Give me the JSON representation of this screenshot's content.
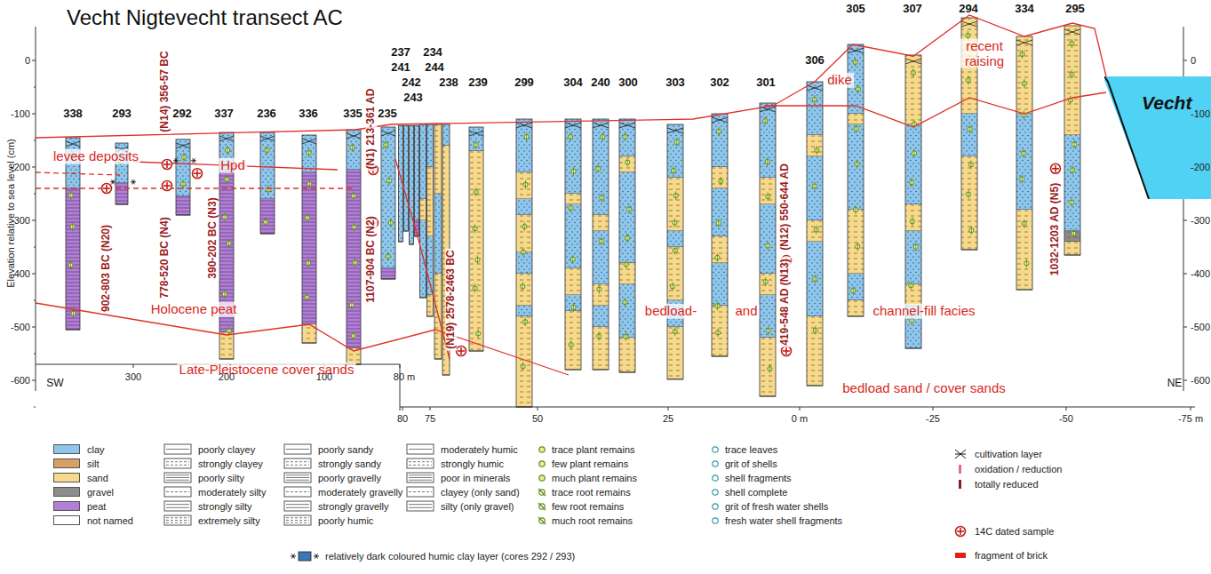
{
  "diagram": {
    "title": "Vecht  Nigtevecht  transect AC",
    "nodes": [
      {
        "text": [
          "Vecht"
        ]
      }
    ],
    "labels": [
      "338",
      "293",
      "292",
      "337",
      "236",
      "336",
      "335",
      "235",
      "237",
      "241",
      "242",
      "243",
      "234",
      "244",
      "238",
      "239",
      "299",
      "304",
      "240",
      "300",
      "303",
      "302",
      "301",
      "306",
      "305",
      "307",
      "294",
      "334",
      "295",
      "levee deposits",
      "Hpd",
      "Holocene peat",
      "Late-Pleistocene cover sands",
      "bedload-",
      "and",
      "channel-fill facies",
      "bedload sand / cover sands",
      "dike",
      "recent raising",
      "SW",
      "NE",
      "(N14) 356-57 BC",
      "778-520 BC (N4)",
      "390-202 BC (N3)",
      "902-803 BC (N20)",
      "(N1) 213-361 AD",
      "1107-904 BC (N2)",
      "(N19) 2578-2463 BC",
      "(N12) 550-644 AD",
      "419-548 AD (N13)",
      "1032-1203 AD (N5)",
      "Elevation relative to sea level (cm)",
      "0",
      "-100",
      "-200",
      "-300",
      "-400",
      "-500",
      "-600",
      "0",
      "-100",
      "-200",
      "-300",
      "-400",
      "-500",
      "-600",
      "300",
      "200",
      "100",
      "80 m",
      "80",
      "75",
      "50",
      "25",
      "0 m",
      "-25",
      "-50",
      "-75 m"
    ],
    "legend": [
      {
        "text": "clay",
        "color": "#8ec6ec"
      },
      {
        "text": "silt",
        "color": "#d9a066"
      },
      {
        "text": "sand",
        "color": "#f7d98b"
      },
      {
        "text": "gravel",
        "color": "#8c8c8c"
      },
      {
        "text": "peat",
        "color": "#b27fd6"
      },
      {
        "text": "not named",
        "color": "#ffffff"
      },
      {
        "text": "poorly clayey"
      },
      {
        "text": "strongly clayey"
      },
      {
        "text": "poorly silty"
      },
      {
        "text": "moderately silty"
      },
      {
        "text": "strongly silty"
      },
      {
        "text": "extremely silty"
      },
      {
        "text": "poorly sandy"
      },
      {
        "text": "strongly sandy"
      },
      {
        "text": "poorly gravelly"
      },
      {
        "text": "moderately gravelly"
      },
      {
        "text": "strongly gravelly"
      },
      {
        "text": "poorly humic"
      },
      {
        "text": "moderately humic"
      },
      {
        "text": "strongly humic"
      },
      {
        "text": "poor in minerals"
      },
      {
        "text": "clayey (only sand)"
      },
      {
        "text": "silty (only gravel)"
      },
      {
        "text": "trace plant remains"
      },
      {
        "text": "few plant remains"
      },
      {
        "text": "much plant remains"
      },
      {
        "text": "trace root remains"
      },
      {
        "text": "few root remains"
      },
      {
        "text": "much root remains"
      },
      {
        "text": "trace leaves"
      },
      {
        "text": "grit of shells"
      },
      {
        "text": "shell fragments"
      },
      {
        "text": "shell complete"
      },
      {
        "text": "grit of fresh water shells"
      },
      {
        "text": "fresh water shell fragments"
      },
      {
        "text": "cultivation layer"
      },
      {
        "text": "oxidation / reduction"
      },
      {
        "text": "totally reduced"
      },
      {
        "text": "14C dated sample"
      },
      {
        "text": "fragment of brick"
      },
      {
        "text": "relatively dark coloured humic clay layer (cores 292 / 293)"
      }
    ]
  }
}
